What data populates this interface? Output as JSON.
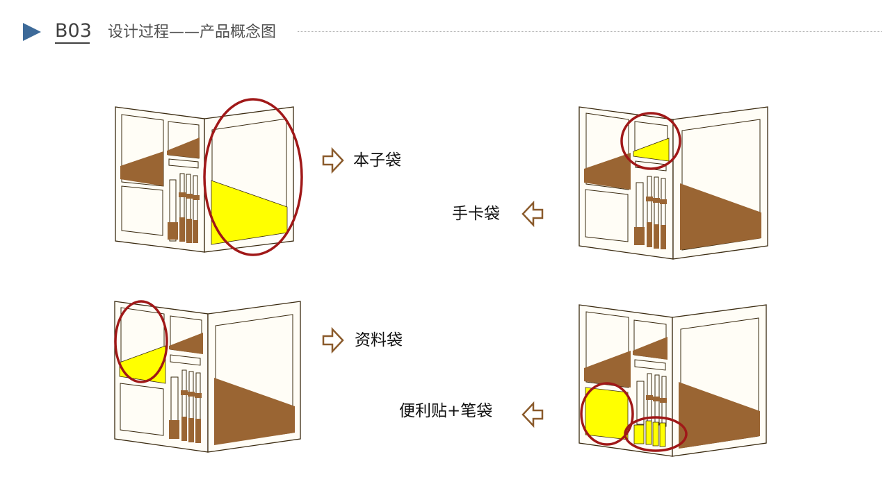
{
  "header": {
    "code": "B03",
    "title": "设计过程——产品概念图"
  },
  "colors": {
    "accent_triangle": "#3d6a99",
    "brown": "#9a6533",
    "yellow": "#ffff00",
    "highlight_ring": "#a01818",
    "page_fill": "#fffdf6",
    "outline": "#3a2a10"
  },
  "concepts": [
    {
      "label": "本子袋",
      "arrow": "right-arrow-icon",
      "highlight": "right page lower pocket"
    },
    {
      "label": "手卡袋",
      "arrow": "left-arrow-icon",
      "highlight": "left page top-center card pocket"
    },
    {
      "label": "资料袋",
      "arrow": "right-arrow-icon",
      "highlight": "left page upper-left pocket"
    },
    {
      "label": "便利贴+笔袋",
      "arrow": "left-arrow-icon",
      "highlight": "sticky-note square and pen slots"
    }
  ]
}
